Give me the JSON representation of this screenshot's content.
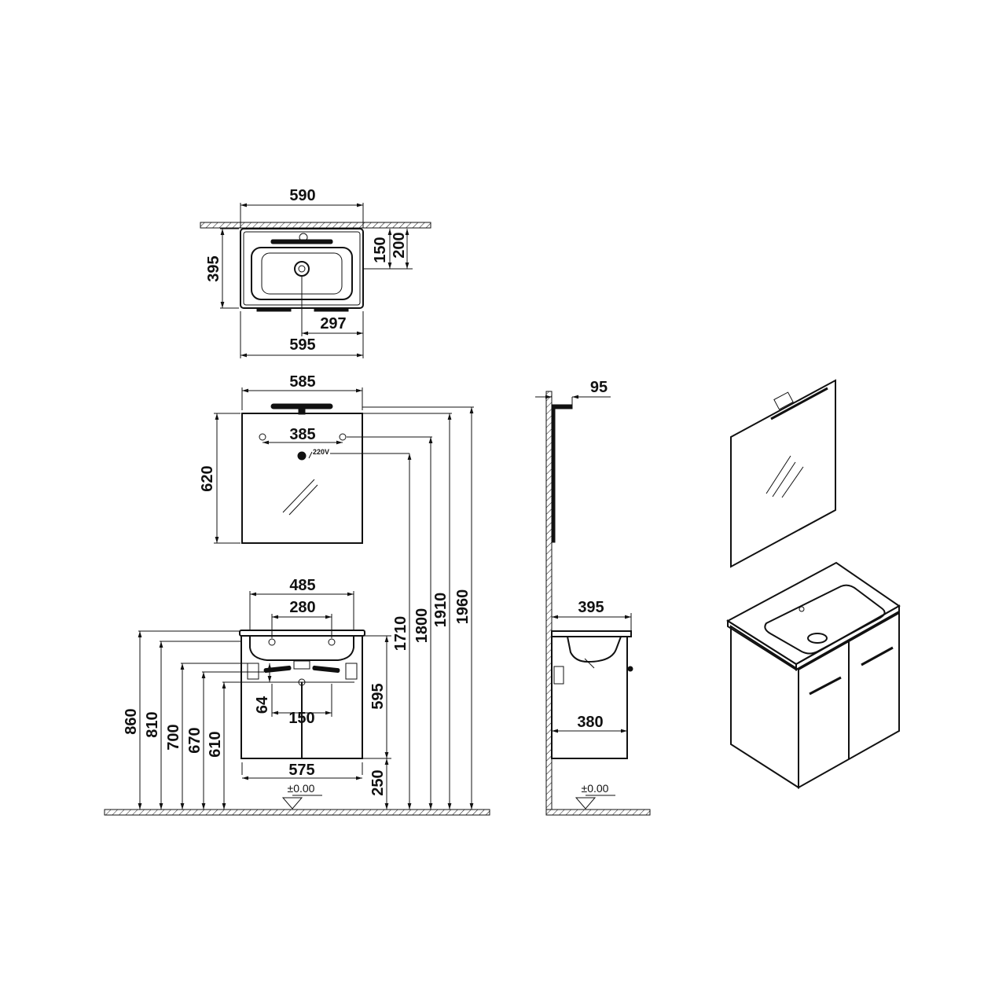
{
  "top_view": {
    "width_590": "590",
    "depth_395": "395",
    "dist_150": "150",
    "dist_200": "200",
    "half_297": "297",
    "width_595": "595"
  },
  "mirror_front": {
    "width_585": "585",
    "screw_spacing_385": "385",
    "voltage_label": "220V",
    "height_620": "620"
  },
  "unit_front": {
    "width_485": "485",
    "spacing_280": "280",
    "dist_64": "64",
    "spacing_150": "150",
    "width_575": "575",
    "height_595": "595",
    "height_250": "250",
    "h_860": "860",
    "h_810": "810",
    "h_700": "700",
    "h_670": "670",
    "h_610": "610",
    "h_1710": "1710",
    "h_1800": "1800",
    "h_1910": "1910",
    "h_1960": "1960",
    "floor_level": "±0.00"
  },
  "side_view": {
    "offset_95": "95",
    "depth_395": "395",
    "depth_380": "380",
    "floor_level": "±0.00"
  }
}
